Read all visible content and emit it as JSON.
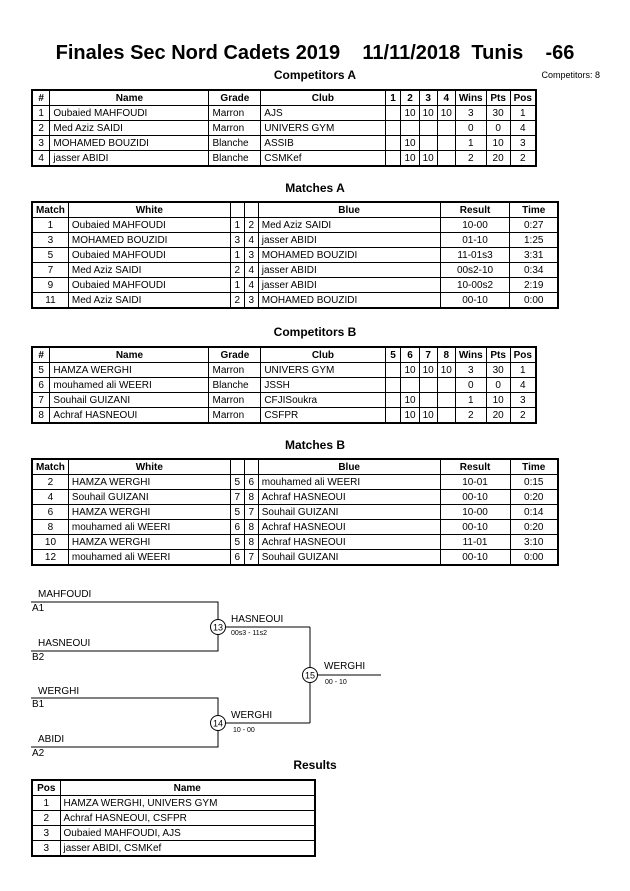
{
  "header": {
    "title": "Finales Sec Nord Cadets 2019    11/11/2018  Tunis    -66",
    "competitors_count": "Competitors: 8"
  },
  "competitors_a": {
    "heading": "Competitors A",
    "columns": [
      "#",
      "Name",
      "Grade",
      "Club",
      "1",
      "2",
      "3",
      "4",
      "Wins",
      "Pts",
      "Pos"
    ],
    "rows": [
      [
        "1",
        "Oubaied MAHFOUDI",
        "Marron",
        "AJS",
        "",
        "10",
        "10",
        "10",
        "3",
        "30",
        "1"
      ],
      [
        "2",
        "Med Aziz SAIDI",
        "Marron",
        "UNIVERS GYM",
        "",
        "",
        "",
        "",
        "0",
        "0",
        "4"
      ],
      [
        "3",
        "MOHAMED BOUZIDI",
        "Blanche",
        "ASSIB",
        "",
        "10",
        "",
        "",
        "1",
        "10",
        "3"
      ],
      [
        "4",
        "jasser ABIDI",
        "Blanche",
        "CSMKef",
        "",
        "10",
        "10",
        "",
        "2",
        "20",
        "2"
      ]
    ]
  },
  "matches_a": {
    "heading": "Matches A",
    "columns": [
      "Match",
      "White",
      "",
      "",
      "Blue",
      "Result",
      "Time"
    ],
    "rows": [
      [
        "1",
        "Oubaied MAHFOUDI",
        "1",
        "2",
        "Med Aziz SAIDI",
        "10-00",
        "0:27"
      ],
      [
        "3",
        "MOHAMED BOUZIDI",
        "3",
        "4",
        "jasser ABIDI",
        "01-10",
        "1:25"
      ],
      [
        "5",
        "Oubaied MAHFOUDI",
        "1",
        "3",
        "MOHAMED BOUZIDI",
        "11-01s3",
        "3:31"
      ],
      [
        "7",
        "Med Aziz SAIDI",
        "2",
        "4",
        "jasser ABIDI",
        "00s2-10",
        "0:34"
      ],
      [
        "9",
        "Oubaied MAHFOUDI",
        "1",
        "4",
        "jasser ABIDI",
        "10-00s2",
        "2:19"
      ],
      [
        "11",
        "Med Aziz SAIDI",
        "2",
        "3",
        "MOHAMED BOUZIDI",
        "00-10",
        "0:00"
      ]
    ]
  },
  "competitors_b": {
    "heading": "Competitors B",
    "columns": [
      "#",
      "Name",
      "Grade",
      "Club",
      "5",
      "6",
      "7",
      "8",
      "Wins",
      "Pts",
      "Pos"
    ],
    "rows": [
      [
        "5",
        "HAMZA WERGHI",
        "Marron",
        "UNIVERS GYM",
        "",
        "10",
        "10",
        "10",
        "3",
        "30",
        "1"
      ],
      [
        "6",
        "mouhamed ali WEERI",
        "Blanche",
        "JSSH",
        "",
        "",
        "",
        "",
        "0",
        "0",
        "4"
      ],
      [
        "7",
        "Souhail GUIZANI",
        "Marron",
        "CFJISoukra",
        "",
        "10",
        "",
        "",
        "1",
        "10",
        "3"
      ],
      [
        "8",
        "Achraf HASNEOUI",
        "Marron",
        "CSFPR",
        "",
        "10",
        "10",
        "",
        "2",
        "20",
        "2"
      ]
    ]
  },
  "matches_b": {
    "heading": "Matches B",
    "columns": [
      "Match",
      "White",
      "",
      "",
      "Blue",
      "Result",
      "Time"
    ],
    "rows": [
      [
        "2",
        "HAMZA WERGHI",
        "5",
        "6",
        "mouhamed ali WEERI",
        "10-01",
        "0:15"
      ],
      [
        "4",
        "Souhail GUIZANI",
        "7",
        "8",
        "Achraf HASNEOUI",
        "00-10",
        "0:20"
      ],
      [
        "6",
        "HAMZA WERGHI",
        "5",
        "7",
        "Souhail GUIZANI",
        "10-00",
        "0:14"
      ],
      [
        "8",
        "mouhamed ali WEERI",
        "6",
        "8",
        "Achraf HASNEOUI",
        "00-10",
        "0:20"
      ],
      [
        "10",
        "HAMZA WERGHI",
        "5",
        "8",
        "Achraf HASNEOUI",
        "11-01",
        "3:10"
      ],
      [
        "12",
        "mouhamed ali WEERI",
        "6",
        "7",
        "Souhail GUIZANI",
        "00-10",
        "0:00"
      ]
    ]
  },
  "bracket": {
    "semi1": {
      "top_name": "MAHFOUDI",
      "top_seed": "A1",
      "bottom_name": "HASNEOUI",
      "bottom_seed": "B2",
      "match": "13",
      "winner": "HASNEOUI",
      "score": "00s3 - 11s2"
    },
    "semi2": {
      "top_name": "WERGHI",
      "top_seed": "B1",
      "bottom_name": "ABIDI",
      "bottom_seed": "A2",
      "match": "14",
      "winner": "WERGHI",
      "score": "10 - 00"
    },
    "final": {
      "match": "15",
      "winner": "WERGHI",
      "score": "00 - 10"
    }
  },
  "results": {
    "heading": "Results",
    "columns": [
      "Pos",
      "Name"
    ],
    "rows": [
      [
        "1",
        "HAMZA WERGHI, UNIVERS GYM"
      ],
      [
        "2",
        "Achraf HASNEOUI, CSFPR"
      ],
      [
        "3",
        "Oubaied MAHFOUDI, AJS"
      ],
      [
        "3",
        "jasser ABIDI, CSMKef"
      ]
    ]
  }
}
